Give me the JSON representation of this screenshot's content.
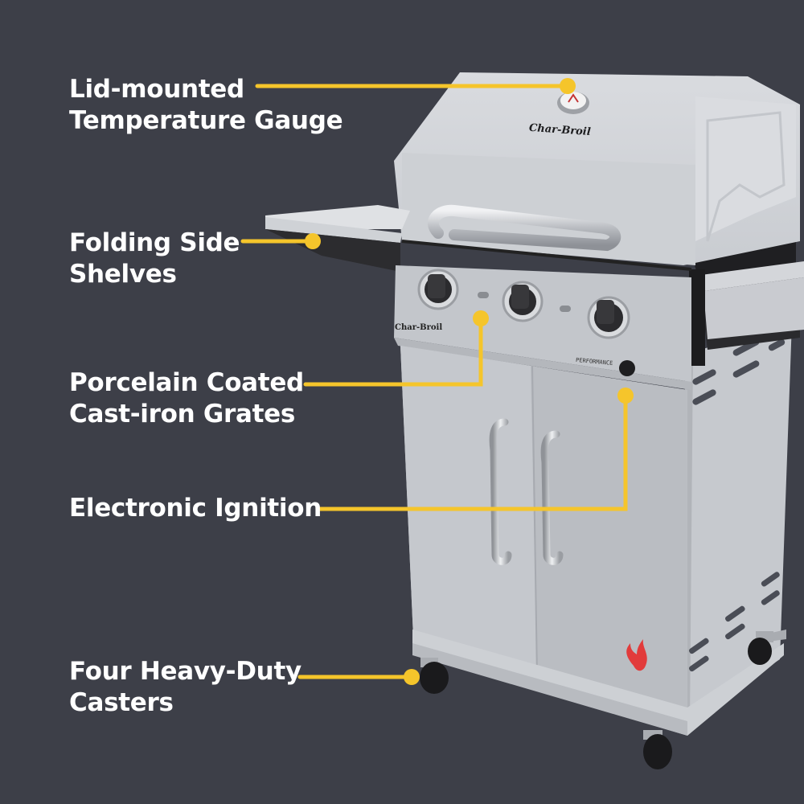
{
  "colors": {
    "background": "#3d3f48",
    "accent_yellow": "#f5c52b",
    "steel": "#c4c7cc",
    "steel_light": "#d7d9dd",
    "steel_dark": "#a9acb2",
    "flame_red": "#e23b3b",
    "black": "#1e1e20",
    "label_text": "#ffffff"
  },
  "product": {
    "brand": "Char-Broil",
    "series": "PERFORMANCE",
    "burner_knobs": 3,
    "casters": 4
  },
  "callouts": [
    {
      "id": "temperature-gauge",
      "line1": "Lid-mounted",
      "line2": "Temperature Gauge"
    },
    {
      "id": "side-shelves",
      "line1": "Folding Side",
      "line2": "Shelves"
    },
    {
      "id": "grates",
      "line1": "Porcelain Coated",
      "line2": "Cast-iron Grates"
    },
    {
      "id": "ignition",
      "line1": "Electronic Ignition",
      "line2": ""
    },
    {
      "id": "casters",
      "line1": "Four Heavy-Duty",
      "line2": "Casters"
    }
  ]
}
